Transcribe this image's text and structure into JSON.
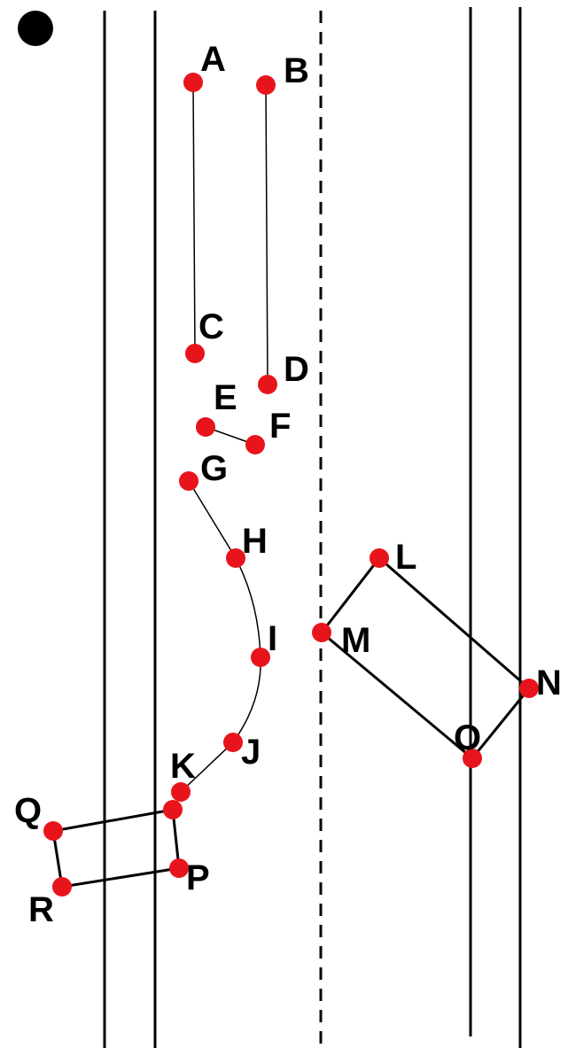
{
  "colors": {
    "point": "#e8141c",
    "ink": "#000000",
    "background": "#ffffff"
  },
  "labels": {
    "A": "A",
    "B": "B",
    "C": "C",
    "D": "D",
    "E": "E",
    "F": "F",
    "G": "G",
    "H": "H",
    "I": "I",
    "J": "J",
    "K": "K",
    "L": "L",
    "M": "M",
    "N": "N",
    "O": "O",
    "P": "P",
    "Q": "Q",
    "R": "R"
  }
}
